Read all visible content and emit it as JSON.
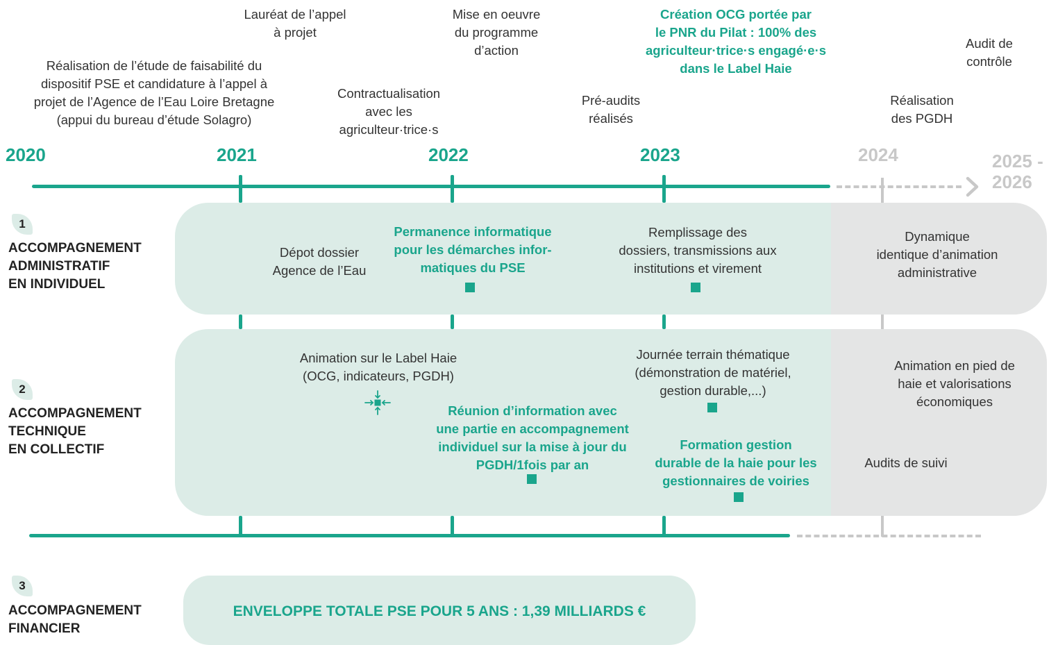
{
  "timeline": {
    "years": [
      "2020",
      "2021",
      "2022",
      "2023",
      "2024",
      "2025 -\n2026"
    ],
    "milestones": {
      "study": "Réalisation de l’étude de faisabilité du\ndispositif PSE et candidature à l’appel à\nprojet de l’Agence de l’Eau Loire Bretagne\n(appui du bureau d’étude Solagro)",
      "laureat": "Lauréat de l’appel\nà projet",
      "contract": "Contractualisation\navec les\nagriculteur·trice·s",
      "mise": "Mise en oeuvre\ndu programme\nd’action",
      "preaudits": "Pré-audits\nréalisés",
      "ocg": "Création OCG portée par\nle PNR du Pilat : 100% des\nagriculteur·trice·s engagé·e·s\ndans le Label Haie",
      "pgdh": "Réalisation\ndes PGDH",
      "audit": "Audit de\ncontrôle"
    }
  },
  "axes": [
    {
      "number": "1",
      "title": "ACCOMPAGNEMENT\nADMINISTRATIF\nEN INDIVIDUEL",
      "items": {
        "depot": "Dépot dossier\nAgence de l’Eau",
        "permanence": "Permanence informatique\npour les démarches infor-\nmatiques du PSE",
        "remplissage": "Remplissage des\ndossiers, transmissions aux\ninstitutions et virement",
        "dynamique": "Dynamique\nidentique d’animation\nadministrative"
      }
    },
    {
      "number": "2",
      "title": "ACCOMPAGNEMENT\nTECHNIQUE\nEN COLLECTIF",
      "items": {
        "animation": "Animation sur le Label Haie\n(OCG, indicateurs, PGDH)",
        "reunion": "Réunion d’information avec\nune partie en accompagnement\nindividuel sur la mise à jour du\nPGDH/1fois par an",
        "journee": "Journée terrain thématique\n(démonstration de matériel,\ngestion durable,...)",
        "formation": "Formation gestion\ndurable de la haie pour les\ngestionnaires de voiries",
        "pied": "Animation en pied de\nhaie et valorisations\néconomiques",
        "suivi": "Audits de suivi"
      }
    },
    {
      "number": "3",
      "title": "ACCOMPAGNEMENT\nFINANCIER",
      "budget": "ENVELOPPE TOTALE PSE POUR 5 ANS : 1,39  MILLIARDS €"
    }
  ],
  "icons": [
    "square-marker-icon",
    "converge-arrows-icon",
    "arrow-right-icon"
  ],
  "colors": {
    "accent": "#1aa58c",
    "panel": "#dcece7",
    "future": "#e4e5e5",
    "dashed": "#c8c8c8"
  }
}
